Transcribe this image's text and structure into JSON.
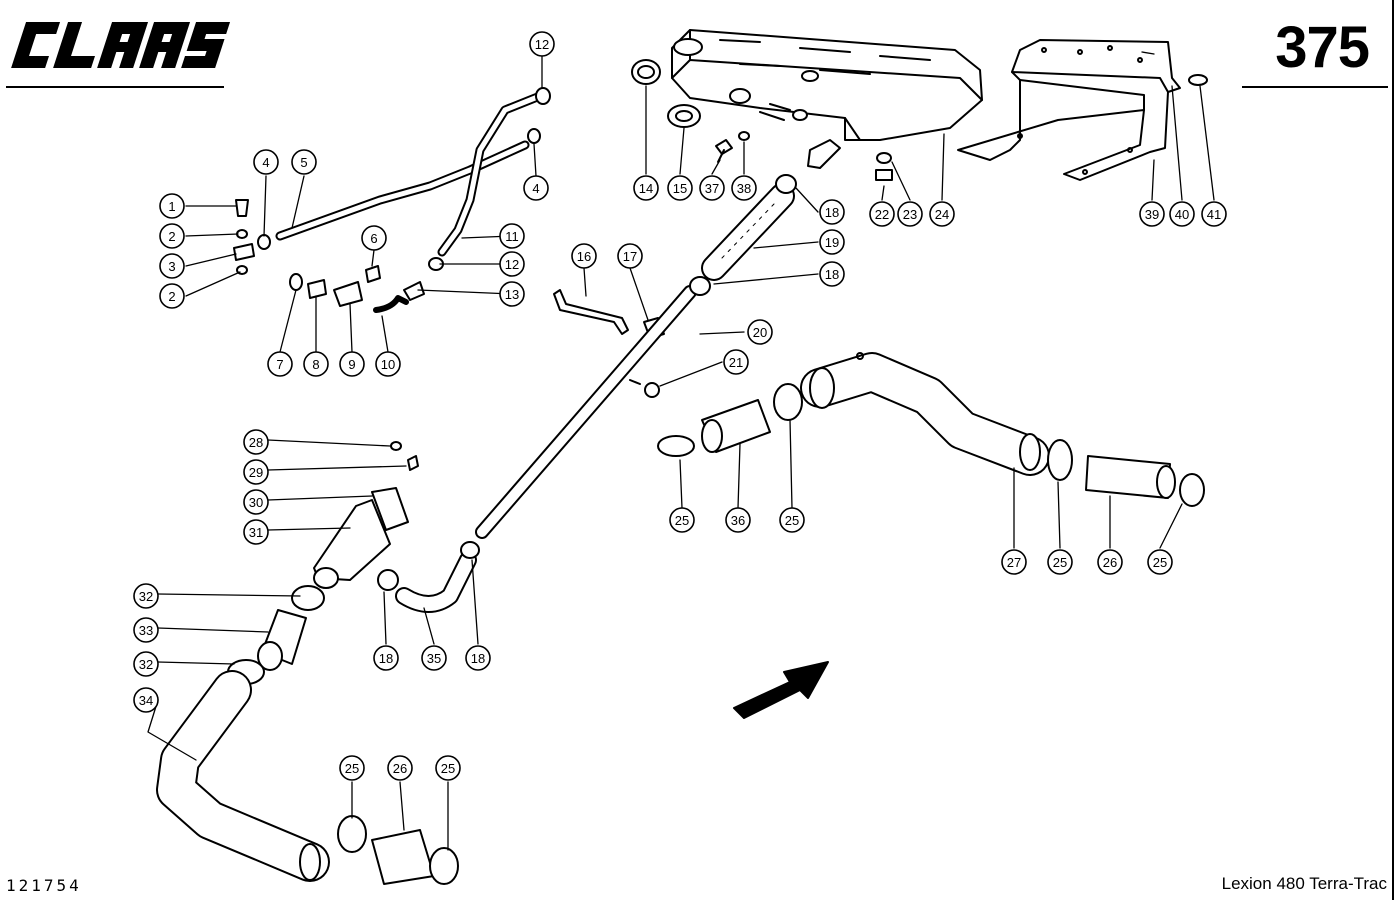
{
  "header": {
    "brand": "CLAAS",
    "page_number": "375"
  },
  "footer": {
    "doc_number": "121754",
    "model": "Lexion 480 Terra-Trac"
  },
  "callouts": [
    {
      "id": "c1",
      "label": "1"
    },
    {
      "id": "c2a",
      "label": "2"
    },
    {
      "id": "c3",
      "label": "3"
    },
    {
      "id": "c2b",
      "label": "2"
    },
    {
      "id": "c4a",
      "label": "4"
    },
    {
      "id": "c5",
      "label": "5"
    },
    {
      "id": "c6",
      "label": "6"
    },
    {
      "id": "c7",
      "label": "7"
    },
    {
      "id": "c8",
      "label": "8"
    },
    {
      "id": "c9",
      "label": "9"
    },
    {
      "id": "c10",
      "label": "10"
    },
    {
      "id": "c11",
      "label": "11"
    },
    {
      "id": "c12a",
      "label": "12"
    },
    {
      "id": "c12b",
      "label": "12"
    },
    {
      "id": "c13",
      "label": "13"
    },
    {
      "id": "c4b",
      "label": "4"
    },
    {
      "id": "c14",
      "label": "14"
    },
    {
      "id": "c15",
      "label": "15"
    },
    {
      "id": "c37",
      "label": "37"
    },
    {
      "id": "c38",
      "label": "38"
    },
    {
      "id": "c18a",
      "label": "18"
    },
    {
      "id": "c19",
      "label": "19"
    },
    {
      "id": "c18b",
      "label": "18"
    },
    {
      "id": "c16",
      "label": "16"
    },
    {
      "id": "c17",
      "label": "17"
    },
    {
      "id": "c20",
      "label": "20"
    },
    {
      "id": "c21",
      "label": "21"
    },
    {
      "id": "c22",
      "label": "22"
    },
    {
      "id": "c23",
      "label": "23"
    },
    {
      "id": "c24",
      "label": "24"
    },
    {
      "id": "c39",
      "label": "39"
    },
    {
      "id": "c40",
      "label": "40"
    },
    {
      "id": "c41",
      "label": "41"
    },
    {
      "id": "c28",
      "label": "28"
    },
    {
      "id": "c29",
      "label": "29"
    },
    {
      "id": "c30",
      "label": "30"
    },
    {
      "id": "c31",
      "label": "31"
    },
    {
      "id": "c32a",
      "label": "32"
    },
    {
      "id": "c33",
      "label": "33"
    },
    {
      "id": "c32b",
      "label": "32"
    },
    {
      "id": "c34",
      "label": "34"
    },
    {
      "id": "c18c",
      "label": "18"
    },
    {
      "id": "c35",
      "label": "35"
    },
    {
      "id": "c18d",
      "label": "18"
    },
    {
      "id": "c25a",
      "label": "25"
    },
    {
      "id": "c36",
      "label": "36"
    },
    {
      "id": "c25b",
      "label": "25"
    },
    {
      "id": "c27",
      "label": "27"
    },
    {
      "id": "c25c",
      "label": "25"
    },
    {
      "id": "c26a",
      "label": "26"
    },
    {
      "id": "c25d",
      "label": "25"
    },
    {
      "id": "c25e",
      "label": "25"
    },
    {
      "id": "c26b",
      "label": "26"
    },
    {
      "id": "c25f",
      "label": "25"
    }
  ]
}
